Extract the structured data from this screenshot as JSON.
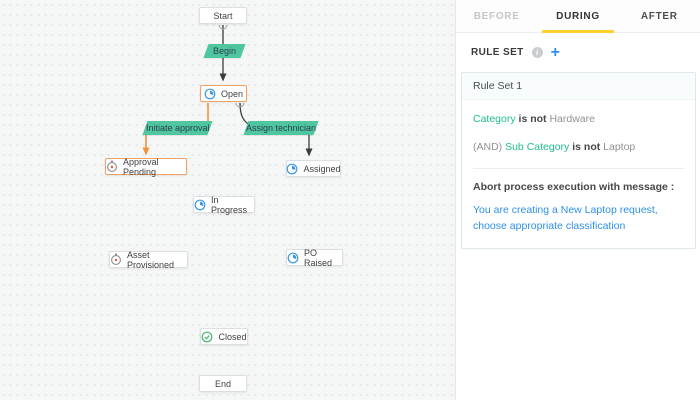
{
  "tabs": {
    "before": "BEFORE",
    "during": "DURING",
    "after": "AFTER",
    "active_tab": "DURING",
    "underline_color": "#ffd02e"
  },
  "rule_panel": {
    "section_title": "RULE SET",
    "info_icon": "info-icon",
    "add_label": "+",
    "add_color": "#2e90ea",
    "card": {
      "title": "Rule Set 1",
      "conditions": [
        {
          "prefix": "",
          "field": "Category",
          "operator": "is not",
          "value": "Hardware"
        },
        {
          "prefix": "(AND)",
          "field": "Sub Category",
          "operator": "is not",
          "value": "Laptop"
        }
      ],
      "action_label": "Abort process execution with message :",
      "message": "You are creating a New Laptop request, choose appropriate classification",
      "field_color": "#1fbf8e",
      "message_color": "#2e90ea"
    }
  },
  "flowchart": {
    "nodes": [
      {
        "label": "Start",
        "icon": null,
        "highlighted": false
      },
      {
        "label": "Open",
        "icon": "clock",
        "highlighted": true
      },
      {
        "label": "Approval Pending",
        "icon": "stopwatch",
        "highlighted": true
      },
      {
        "label": "Assigned",
        "icon": "clock",
        "highlighted": false
      },
      {
        "label": "In Progress",
        "icon": "clock",
        "highlighted": false
      },
      {
        "label": "Asset Provisioned",
        "icon": "stopwatch",
        "highlighted": false
      },
      {
        "label": "PO Raised",
        "icon": "clock",
        "highlighted": false
      },
      {
        "label": "Closed",
        "icon": "check-circle",
        "highlighted": false
      },
      {
        "label": "End",
        "icon": null,
        "highlighted": false
      }
    ],
    "transitions": [
      {
        "label": "Begin"
      },
      {
        "label": "Initiate approval"
      },
      {
        "label": "Assign technician"
      }
    ],
    "colors": {
      "transition_bg": "#4fc6a0",
      "highlight_border": "#f0a265",
      "flow_arrow": "#3c3c3c",
      "approval_arrow": "#f5913c",
      "status_icon_blue": "#3b97e3",
      "pending_icon_gray": "#8b8b8b",
      "closed_icon_green": "#43b96f"
    }
  }
}
